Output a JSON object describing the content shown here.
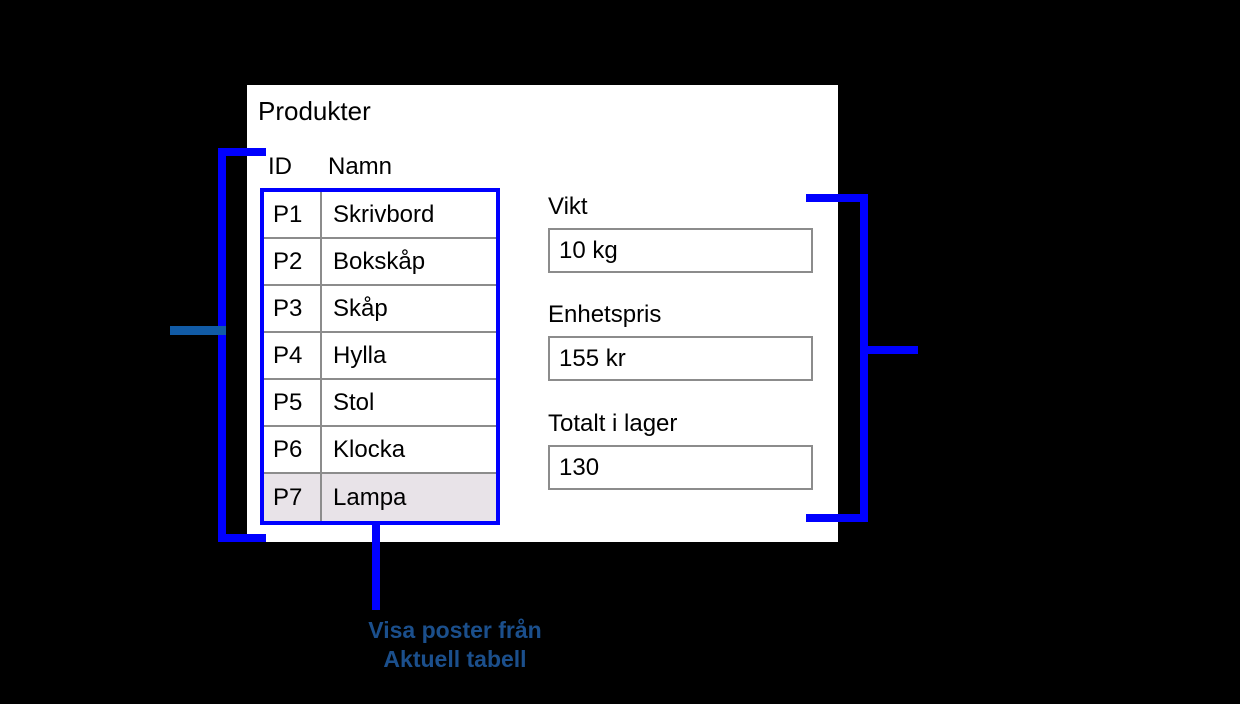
{
  "panel": {
    "title": "Produkter",
    "grid": {
      "columns": [
        "ID",
        "Namn"
      ],
      "rows": [
        {
          "id": "P1",
          "namn": "Skrivbord",
          "selected": false
        },
        {
          "id": "P2",
          "namn": "Bokskåp",
          "selected": false
        },
        {
          "id": "P3",
          "namn": "Skåp",
          "selected": false
        },
        {
          "id": "P4",
          "namn": "Hylla",
          "selected": false
        },
        {
          "id": "P5",
          "namn": "Stol",
          "selected": false
        },
        {
          "id": "P6",
          "namn": "Klocka",
          "selected": false
        },
        {
          "id": "P7",
          "namn": "Lampa",
          "selected": true
        }
      ]
    },
    "fields": [
      {
        "label": "Vikt",
        "value": "10 kg"
      },
      {
        "label": "Enhetspris",
        "value": "155 kr"
      },
      {
        "label": "Totalt i lager",
        "value": "130"
      }
    ]
  },
  "annotations": {
    "caption_line1": "Visa poster från",
    "caption_line2": "Aktuell tabell",
    "bracket_color": "#0000ff",
    "stub_color": "#115ba6",
    "caption_color": "#1b4f8c"
  },
  "colors": {
    "background": "#000000",
    "panel": "#ffffff",
    "grid_border": "#0000ff",
    "cell_border": "#8c8c8c",
    "selected_row": "#e8e3e8",
    "field_border": "#8c8c8c",
    "text": "#000000"
  }
}
